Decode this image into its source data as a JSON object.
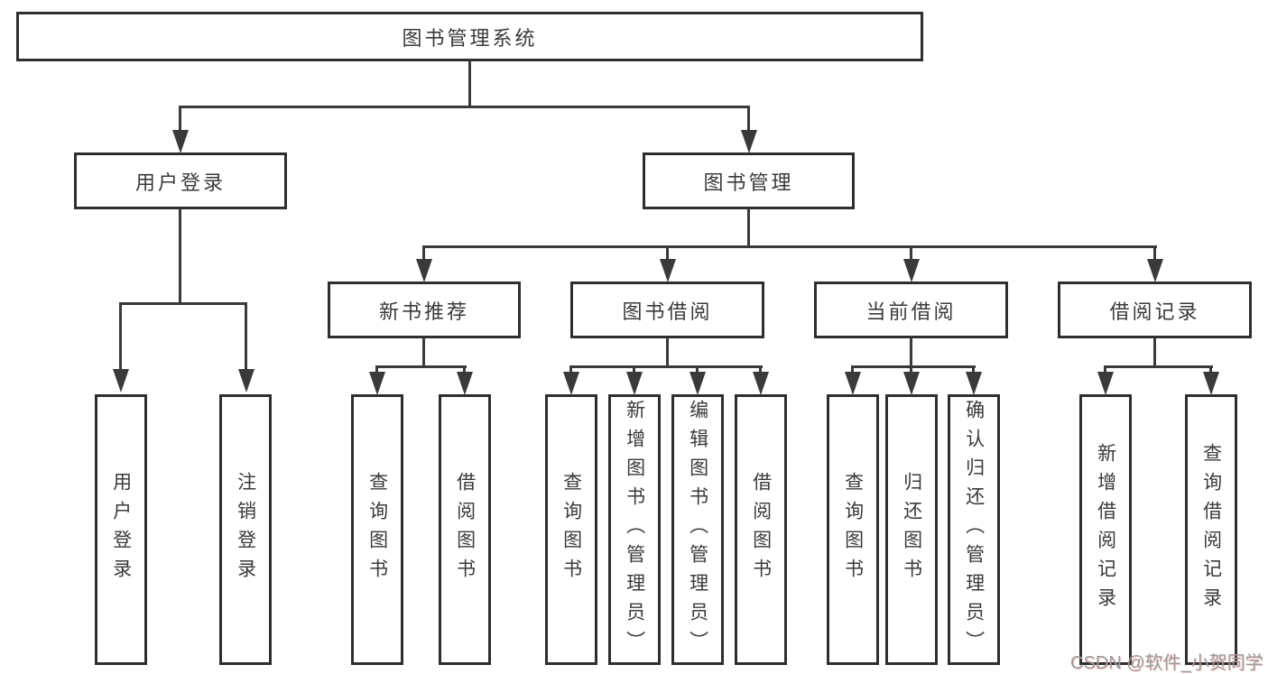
{
  "nodes": {
    "root": "图书管理系统",
    "level1": [
      "用户登录",
      "图书管理"
    ],
    "level2": [
      "新书推荐",
      "图书借阅",
      "当前借阅",
      "借阅记录"
    ],
    "leaves": [
      "用户登录",
      "注销登录",
      "查询图书",
      "借阅图书",
      "查询图书",
      "新增图书（管理员）",
      "编辑图书（管理员）",
      "借阅图书",
      "查询图书",
      "归还图书",
      "确认归还（管理员）",
      "新增借阅记录",
      "查询借阅记录"
    ]
  },
  "watermark": "CSDN @软件_小贺同学",
  "colors": {
    "line": "#3a3a3a",
    "border": "#2e2e2e",
    "text": "#3a3a3a",
    "watermark": "#9c9c9c",
    "background": "#ffffff"
  }
}
